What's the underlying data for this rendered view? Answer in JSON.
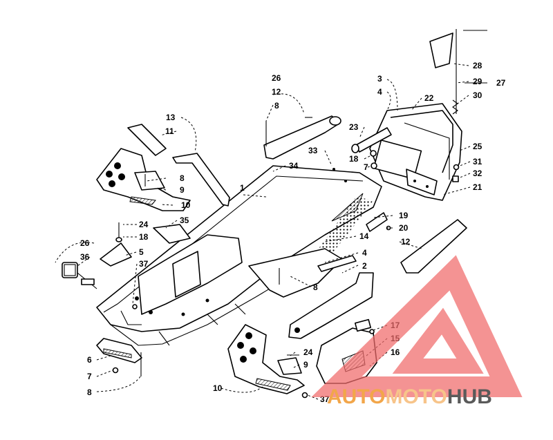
{
  "diagram": {
    "callouts": [
      {
        "id": "c1",
        "label": "1"
      },
      {
        "id": "c2",
        "label": "2"
      },
      {
        "id": "c3",
        "label": "3"
      },
      {
        "id": "c4a",
        "label": "4"
      },
      {
        "id": "c4b",
        "label": "4"
      },
      {
        "id": "c5",
        "label": "5"
      },
      {
        "id": "c6",
        "label": "6"
      },
      {
        "id": "c7a",
        "label": "7"
      },
      {
        "id": "c7b",
        "label": "7"
      },
      {
        "id": "c8a",
        "label": "8"
      },
      {
        "id": "c8b",
        "label": "8"
      },
      {
        "id": "c8c",
        "label": "8"
      },
      {
        "id": "c8d",
        "label": "8"
      },
      {
        "id": "c9a",
        "label": "9"
      },
      {
        "id": "c9b",
        "label": "9"
      },
      {
        "id": "c10a",
        "label": "10"
      },
      {
        "id": "c10b",
        "label": "10"
      },
      {
        "id": "c11",
        "label": "11"
      },
      {
        "id": "c12a",
        "label": "12"
      },
      {
        "id": "c12b",
        "label": "12"
      },
      {
        "id": "c13",
        "label": "13"
      },
      {
        "id": "c14",
        "label": "14"
      },
      {
        "id": "c15",
        "label": "15"
      },
      {
        "id": "c16",
        "label": "16"
      },
      {
        "id": "c17",
        "label": "17"
      },
      {
        "id": "c18a",
        "label": "18"
      },
      {
        "id": "c18b",
        "label": "18"
      },
      {
        "id": "c19",
        "label": "19"
      },
      {
        "id": "c20",
        "label": "20"
      },
      {
        "id": "c21",
        "label": "21"
      },
      {
        "id": "c22",
        "label": "22"
      },
      {
        "id": "c23",
        "label": "23"
      },
      {
        "id": "c24a",
        "label": "24"
      },
      {
        "id": "c24b",
        "label": "24"
      },
      {
        "id": "c25",
        "label": "25"
      },
      {
        "id": "c26a",
        "label": "26"
      },
      {
        "id": "c26b",
        "label": "26"
      },
      {
        "id": "c27",
        "label": "27"
      },
      {
        "id": "c28",
        "label": "28"
      },
      {
        "id": "c29",
        "label": "29"
      },
      {
        "id": "c30",
        "label": "30"
      },
      {
        "id": "c31",
        "label": "31"
      },
      {
        "id": "c32",
        "label": "32"
      },
      {
        "id": "c33",
        "label": "33"
      },
      {
        "id": "c34",
        "label": "34"
      },
      {
        "id": "c35",
        "label": "35"
      },
      {
        "id": "c36",
        "label": "36"
      },
      {
        "id": "c37a",
        "label": "37"
      },
      {
        "id": "c37b",
        "label": "37"
      }
    ]
  },
  "watermark": {
    "word_1": "AUTO",
    "word_2": "MOTO",
    "word_3": "HUB",
    "color_auto": "#f2a64a",
    "color_moto": "#f7c48a",
    "color_hub": "#5a5a5a",
    "logo_color": "#f06a6a"
  }
}
